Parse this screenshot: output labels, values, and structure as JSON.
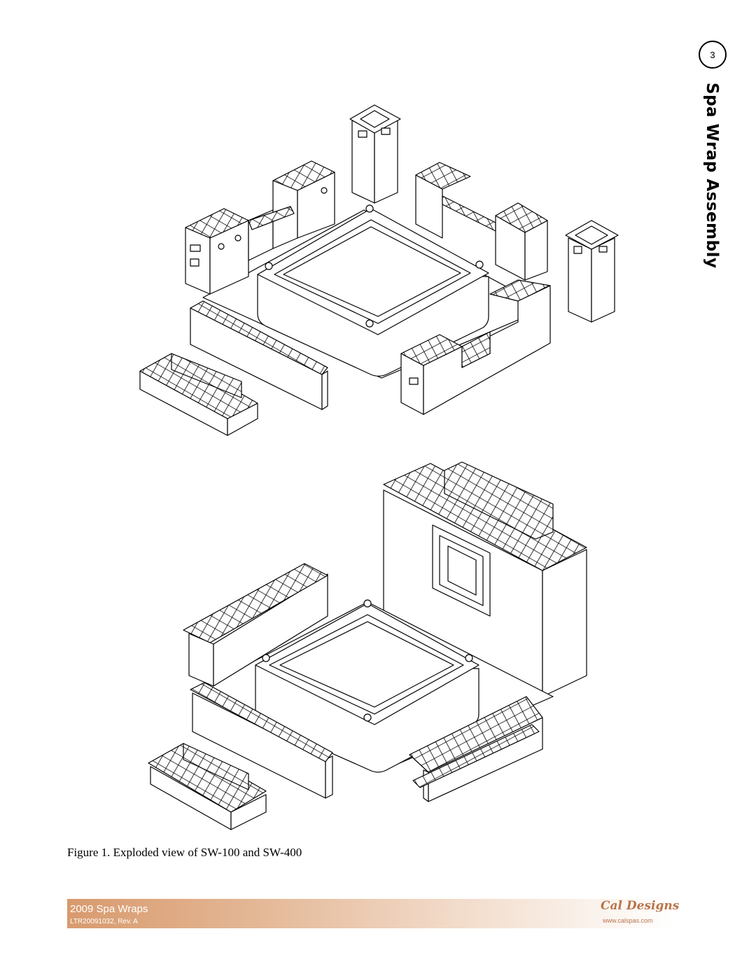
{
  "page": {
    "number": "3",
    "side_title": "Spa Wrap Assembly"
  },
  "figure": {
    "caption": "Figure 1. Exploded view of SW-100 and SW-400"
  },
  "footer": {
    "title": "2009 Spa Wraps",
    "code": "LTR20091032, Rev. A",
    "logo_text": "Cal Designs",
    "url": "www.calspas.com"
  },
  "colors": {
    "footer_accent": "#d89a6e",
    "brand": "#b8744a"
  }
}
